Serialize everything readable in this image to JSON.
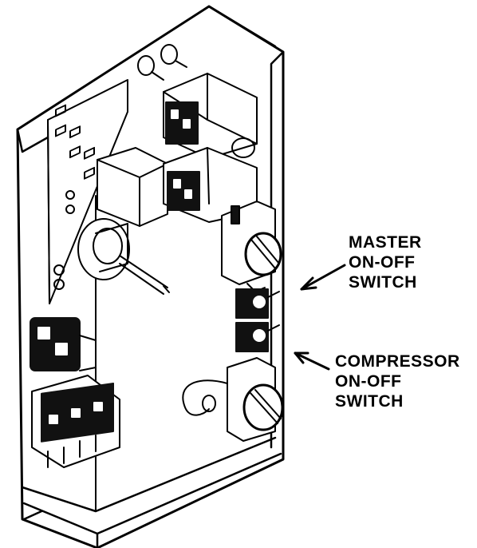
{
  "colors": {
    "ink": "#000000",
    "paper": "#ffffff",
    "dark": "#111111"
  },
  "callouts": {
    "master": {
      "lines": [
        "MASTER",
        "ON-OFF",
        "SWITCH"
      ]
    },
    "compressor": {
      "lines": [
        "COMPRESSOR",
        "ON-OFF",
        "SWITCH"
      ]
    }
  }
}
